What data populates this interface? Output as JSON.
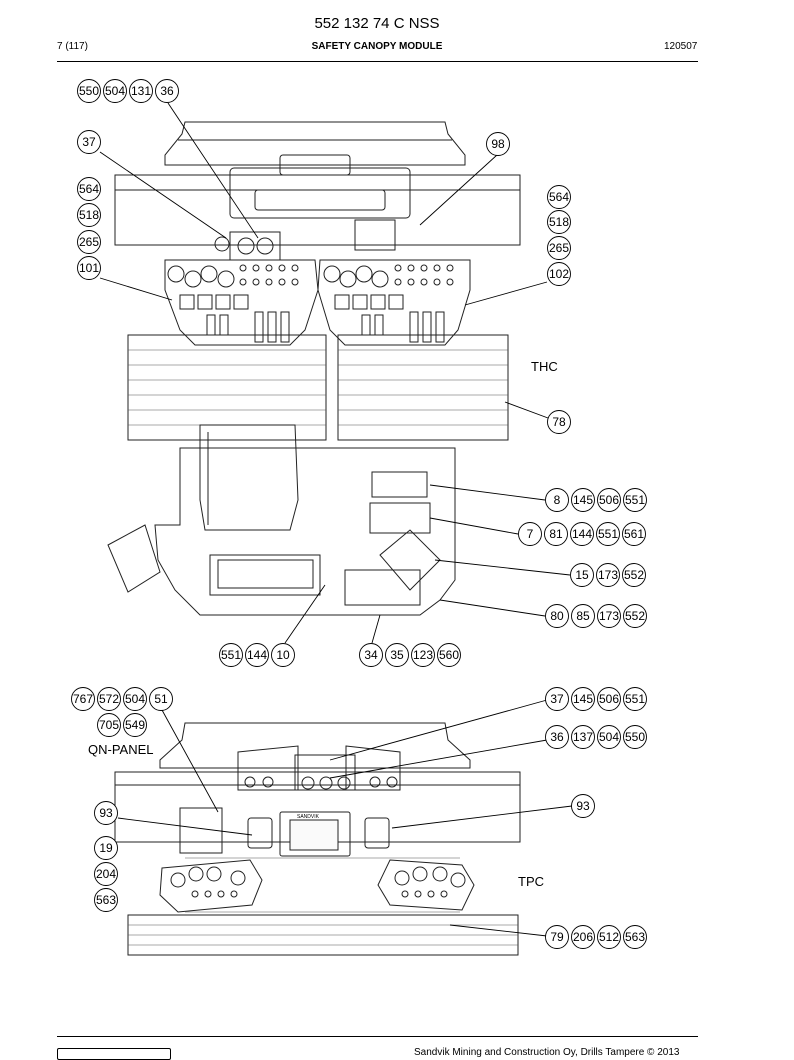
{
  "header": {
    "doc_number": "552 132 74 C NSS",
    "page": "7 (117)",
    "section_title": "SAFETY CANOPY MODULE",
    "revision": "120507"
  },
  "labels": {
    "thc": "THC",
    "tpc": "TPC",
    "qn_panel": "QN-PANEL",
    "device_brand": "SANDVIK"
  },
  "callouts": [
    "550",
    "504",
    "131",
    "36",
    "37",
    "98",
    "564",
    "518",
    "265",
    "101",
    "564",
    "518",
    "265",
    "102",
    "78",
    "8",
    "145",
    "506",
    "551",
    "7",
    "81",
    "144",
    "551",
    "561",
    "15",
    "173",
    "552",
    "80",
    "85",
    "173",
    "552",
    "551",
    "144",
    "10",
    "34",
    "35",
    "123",
    "560",
    "767",
    "572",
    "504",
    "51",
    "705",
    "549",
    "37",
    "145",
    "506",
    "551",
    "36",
    "137",
    "504",
    "550",
    "93",
    "93",
    "19",
    "204",
    "563",
    "79",
    "206",
    "512",
    "563"
  ],
  "footer": {
    "copyright": "Sandvik Mining and Construction Oy, Drills Tampere © 2013"
  }
}
